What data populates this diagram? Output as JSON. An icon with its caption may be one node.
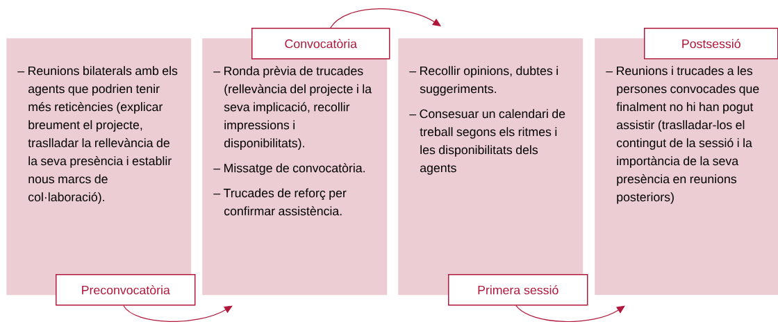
{
  "diagram": {
    "nodes": [
      {
        "text": [
          "– Reunions bilaterals amb els agents que podrien tenir més reticències (explicar breument el projecte, traslladar la rellevància de la seva presència i establir nous marcs de col·laboració)."
        ]
      },
      {
        "text": [
          "Preconvocatòria"
        ]
      },
      {
        "text": [
          "– Ronda prèvia de trucades (rellevància del projecte i la seva implicació, recollir impressions i disponibilitats).",
          "– Missatge de convocatòria.",
          "– Trucades de reforç per confirmar assistència."
        ]
      },
      {
        "text": [
          "Convocatòria"
        ]
      },
      {
        "text": [
          "– Recollir opinions, dubtes i suggeriments.",
          "– Consesuar un calendari de treball segons els ritmes i les disponibilitats dels agents"
        ]
      },
      {
        "text": [
          "Primera sessió"
        ]
      },
      {
        "text": [
          "– Reunions i trucades a les persones convocades que finalment no hi han pogut assistir (traslladar-los el contingut de la sessió i la importància de la seva presència en reunions posteriors)"
        ]
      },
      {
        "text": [
          "Postsessió"
        ]
      }
    ],
    "edges": [
      {
        "from": 1,
        "to": 2,
        "arrow": "to"
      },
      {
        "from": 3,
        "to": 4,
        "arrow": "to"
      },
      {
        "from": 5,
        "to": 6,
        "arrow": "to"
      }
    ]
  }
}
